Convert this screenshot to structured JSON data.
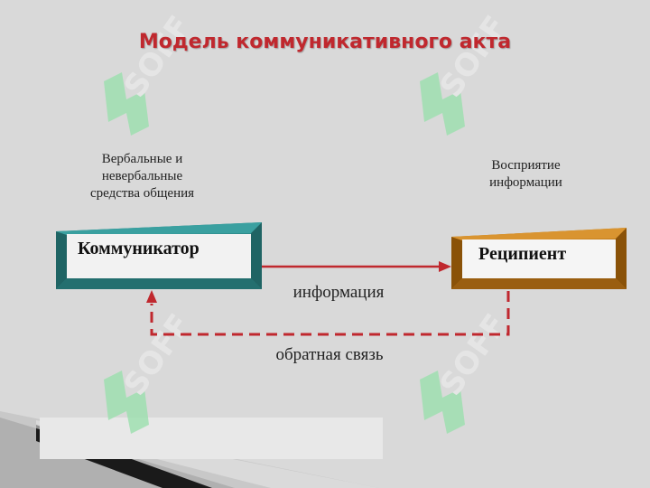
{
  "title": "Модель коммуникативного акта",
  "nodes": {
    "communicator": "Коммуникатор",
    "recipient": "Реципиент"
  },
  "notes": {
    "means_line1": "Вербальные и",
    "means_line2": "невербальные",
    "means_line3": "средства общения",
    "perception_line1": "Восприятие",
    "perception_line2": "информации"
  },
  "edges": {
    "information": "информация",
    "feedback": "обратная связь"
  },
  "watermark": "SOFF",
  "colors": {
    "title": "#c0282e",
    "communicator_border": "#2e7f7f",
    "recipient_border": "#b06a10",
    "arrow": "#c0282e",
    "watermark": "#9fe0b0"
  }
}
